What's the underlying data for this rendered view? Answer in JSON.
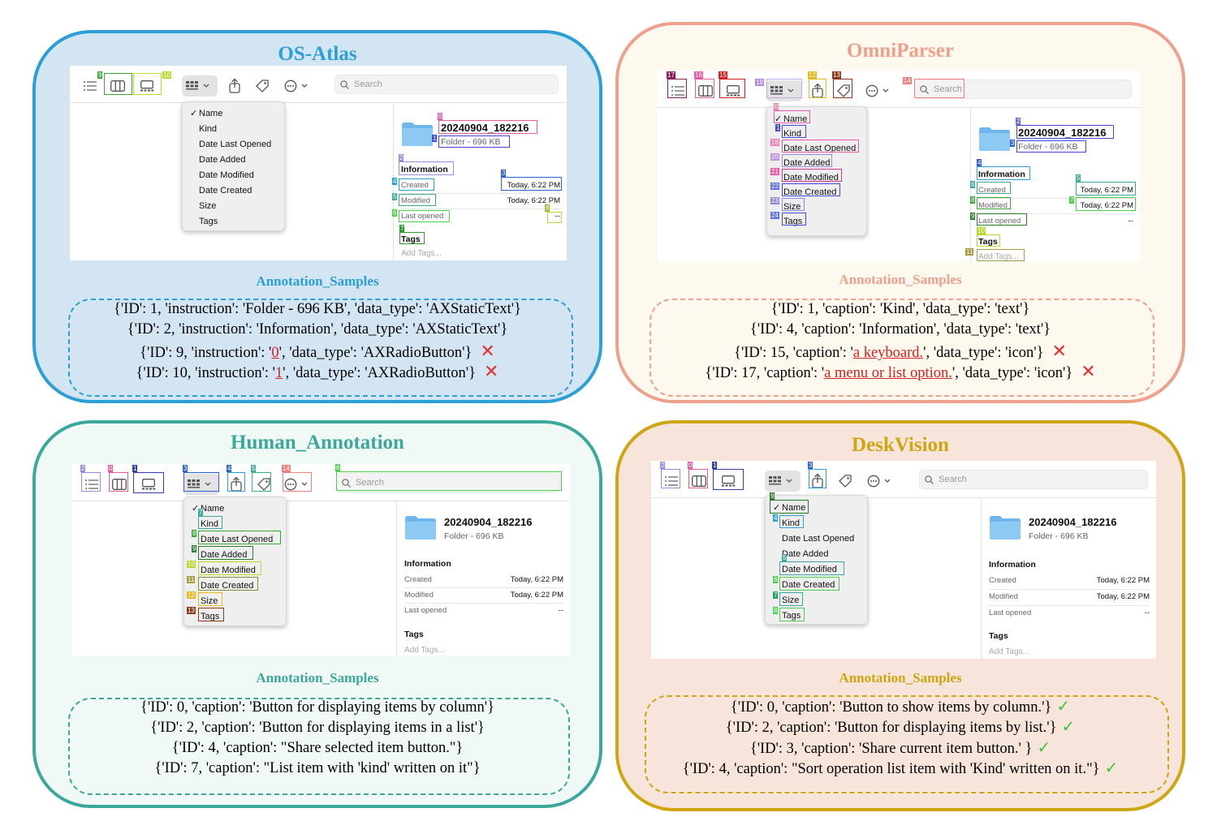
{
  "panels": {
    "osatlas": {
      "title": "OS-Atlas",
      "samples_title": "Annotation_Samples",
      "samples": [
        {
          "pre": "{'ID': 1, 'instruction': 'Folder - 696 KB', 'data_type': 'AXStaticText'}",
          "bad": "",
          "post": ""
        },
        {
          "pre": "{'ID': 2, 'instruction': 'Information', 'data_type': 'AXStaticText'}",
          "bad": "",
          "post": ""
        },
        {
          "pre": "{'ID': 9, 'instruction': '",
          "bad": "0",
          "post": "', 'data_type': 'AXRadioButton'}"
        },
        {
          "pre": "{'ID': 10, 'instruction': '",
          "bad": "1",
          "post": "', 'data_type': 'AXRadioButton'}"
        }
      ]
    },
    "omniparser": {
      "title": "OmniParser",
      "samples_title": "Annotation_Samples",
      "samples": [
        {
          "pre": "{'ID': 1, 'caption': 'Kind', 'data_type': 'text'}",
          "bad": "",
          "post": ""
        },
        {
          "pre": "{'ID': 4, 'caption': 'Information', 'data_type': 'text'}",
          "bad": "",
          "post": ""
        },
        {
          "pre": "{'ID': 15, 'caption': '",
          "bad": "a keyboard.",
          "post": "', 'data_type': 'icon'}"
        },
        {
          "pre": "{'ID': 17, 'caption': '",
          "bad": "a menu or list option.",
          "post": "', 'data_type': 'icon'}"
        }
      ]
    },
    "human": {
      "title": "Human_Annotation",
      "samples_title": "Annotation_Samples",
      "samples": [
        "{'ID': 0, 'caption': 'Button for displaying items by column'}",
        "{'ID': 2, 'caption': 'Button for displaying items in a list'}",
        "{'ID': 4, 'caption': \"Share selected item button.\"}",
        "{'ID': 7, 'caption': \"List item with 'kind' written on it\"}"
      ]
    },
    "deskvision": {
      "title": "DeskVision",
      "samples_title": "Annotation_Samples",
      "samples": [
        "{'ID': 0, 'caption': 'Button to show items by column.'}",
        "{'ID': 2, 'caption': 'Button for displaying items by list.'}",
        "{'ID': 3, 'caption':  'Share current item button.' }",
        "{'ID': 4, 'caption': \"Sort operation list item with 'Kind' written on it.\"}"
      ]
    }
  },
  "finder": {
    "search_placeholder": "Search",
    "menu_items": [
      "Name",
      "Kind",
      "Date Last Opened",
      "Date Added",
      "Date Modified",
      "Date Created",
      "Size",
      "Tags"
    ],
    "folder_name": "20240904_182216",
    "folder_sub": "Folder - 696 KB",
    "info_heading": "Information",
    "created_label": "Created",
    "created_value": "Today, 6:22 PM",
    "modified_label": "Modified",
    "modified_value": "Today, 6:22 PM",
    "last_opened_label": "Last opened",
    "last_opened_value": "--",
    "tags_heading": "Tags",
    "add_tags": "Add Tags..."
  },
  "badges": {
    "osatlas": [
      "9",
      "10",
      "0",
      "1",
      "2",
      "3",
      "4",
      "5",
      "6",
      "7",
      "8"
    ],
    "omniparser": [
      "17",
      "16",
      "15",
      "19",
      "12",
      "13",
      "14",
      "0",
      "1",
      "18",
      "20",
      "21",
      "22",
      "23",
      "24",
      "2",
      "3",
      "4",
      "5",
      "6",
      "7",
      "8",
      "9",
      "10",
      "11"
    ],
    "human": [
      "2",
      "0",
      "1",
      "3",
      "4",
      "5",
      "14",
      "6",
      "7",
      "8",
      "9",
      "10",
      "11",
      "12",
      "13"
    ],
    "deskvision": [
      "2",
      "0",
      "1",
      "3",
      "9",
      "4",
      "5",
      "6",
      "7",
      "8"
    ]
  },
  "marks": {
    "wrong": "✕",
    "right": "✓"
  },
  "colors": {
    "osatlas_border": "#2b9fd6",
    "osatlas_bg": "#d3e4f3",
    "omni_border": "#eea08c",
    "omni_bg": "#fdf9ee",
    "human_border": "#3aa89a",
    "human_bg": "#f1f9f6",
    "desk_border": "#cfa512",
    "desk_bg": "#f7e5dc"
  }
}
